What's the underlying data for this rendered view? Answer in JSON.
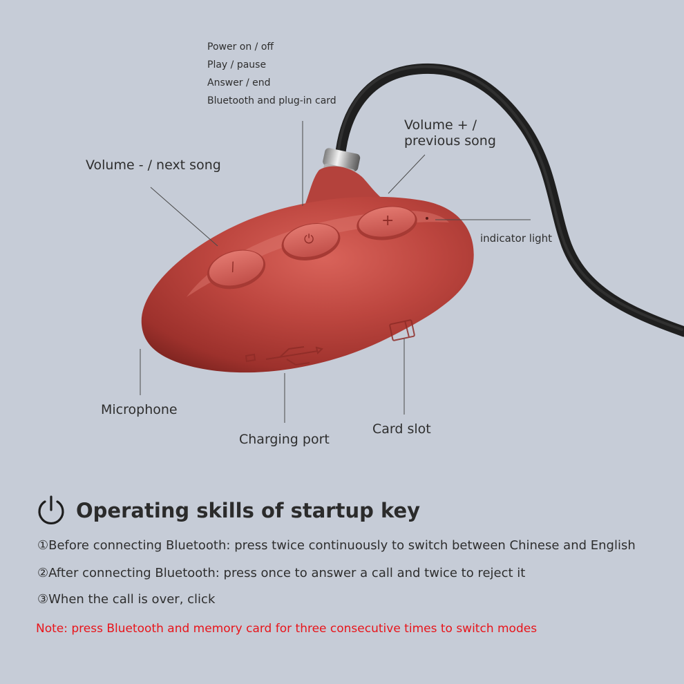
{
  "labels": {
    "power_lines": [
      "Power on / off",
      "Play / pause",
      "Answer / end",
      "Bluetooth and plug-in card"
    ],
    "volume_minus": "Volume - / next song",
    "volume_plus_line1": "Volume + /",
    "volume_plus_line2": "previous song",
    "indicator": "indicator light",
    "microphone": "Microphone",
    "charging": "Charging port",
    "card_slot": "Card slot"
  },
  "buttons": {
    "minus_symbol": "/",
    "power_symbol": "⏻",
    "plus_symbol": "+"
  },
  "operating": {
    "title": "Operating skills of startup key",
    "steps": [
      "①Before connecting Bluetooth: press twice continuously to switch between Chinese and English",
      "②After connecting Bluetooth: press once to answer a call and twice to reject it",
      "③When the call is over, click"
    ],
    "note": "Note: press Bluetooth and memory card for three consecutive times to switch modes"
  },
  "colors": {
    "background": "#c6ccd7",
    "device": "#b8403a",
    "note": "#e8141a",
    "cable": "#1f1f1f"
  }
}
